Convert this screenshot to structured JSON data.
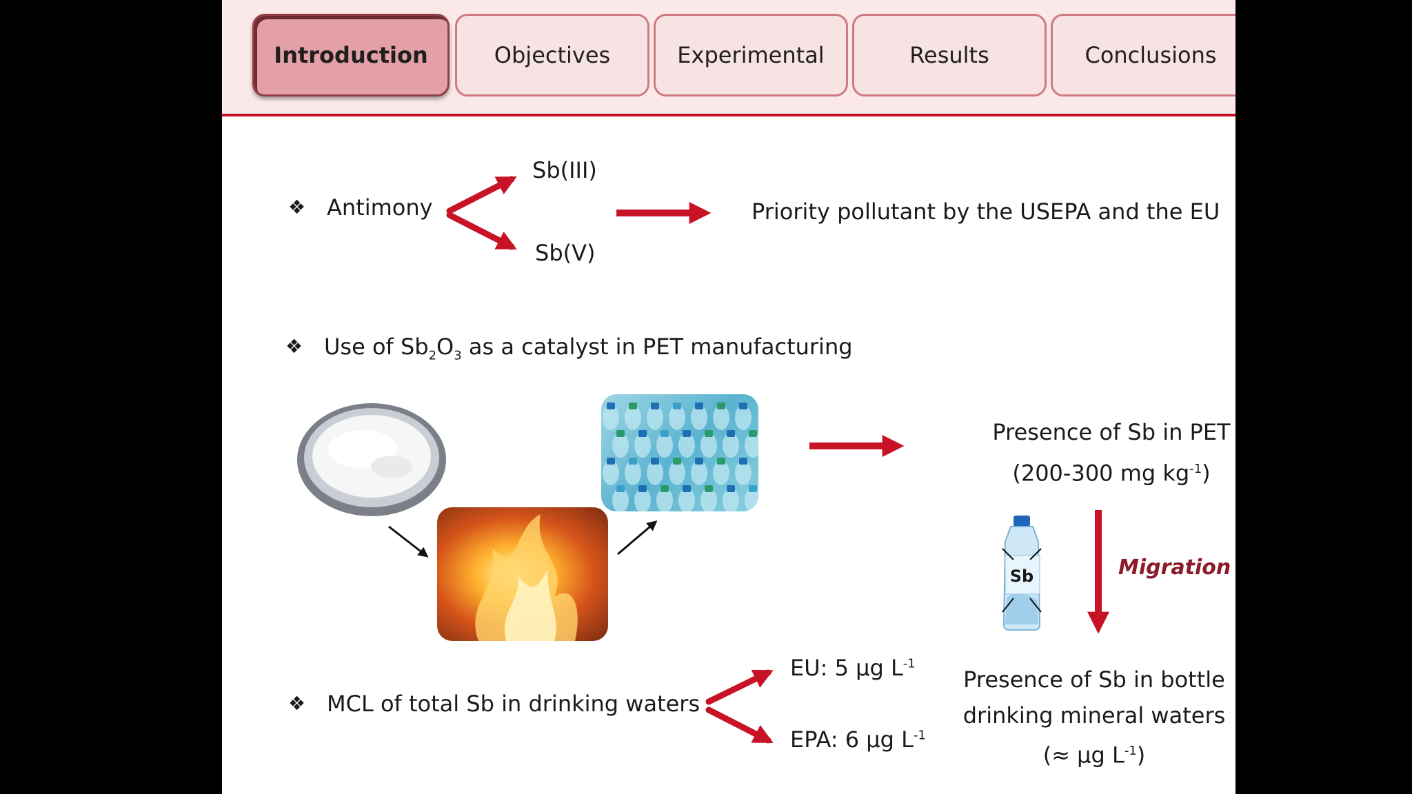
{
  "tabs": {
    "introduction": "Introduction",
    "objectives": "Objectives",
    "experimental": "Experimental",
    "results": "Results",
    "conclusions": "Conclusions"
  },
  "bullet_glyph": "❖",
  "antimony": {
    "label": "Antimony",
    "species_a": "Sb(III)",
    "species_b": "Sb(V)",
    "status": "Priority pollutant by the USEPA and the EU"
  },
  "catalyst": {
    "pre": "Use of Sb",
    "sub1": "2",
    "mid": "O",
    "sub2": "3",
    "post": " as a catalyst in PET manufacturing"
  },
  "presence_pet": {
    "line1": "Presence of Sb in PET",
    "line2_pre": "(200-300 mg kg",
    "line2_sup": "-1",
    "line2_post": ")"
  },
  "bottle_label": "Sb",
  "migration_label": "Migration",
  "mcl": {
    "label": "MCL of total Sb in drinking waters",
    "eu_pre": "EU: 5 µg L",
    "eu_sup": "-1",
    "epa_pre": "EPA: 6 µg L",
    "epa_sup": "-1"
  },
  "presence_bottled": {
    "line1": "Presence of Sb in bottle",
    "line2": "drinking mineral waters",
    "line3_pre": "(≈ µg L",
    "line3_sup": "-1",
    "line3_post": ")"
  },
  "colors": {
    "accent_red": "#c81326",
    "tab_bg": "#f8e3e4",
    "tab_active_bg": "#e4a0a7",
    "migration_text": "#8b1a2b"
  }
}
